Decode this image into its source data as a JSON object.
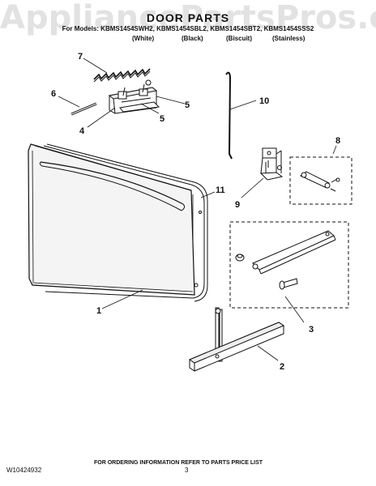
{
  "watermark": "AppliancePartsPros.com",
  "header": {
    "title": "DOOR PARTS",
    "models": "For Models: KBMS1454SWH2, KBMS1454SBL2, KBMS1454SBT2, KBMS1454SSS2",
    "variants": [
      "(White)",
      "(Black)",
      "(Biscuit)",
      "(Stainless)"
    ]
  },
  "callouts": [
    "1",
    "2",
    "3",
    "4",
    "5",
    "5",
    "6",
    "7",
    "8",
    "9",
    "10",
    "11"
  ],
  "footer": {
    "note": "FOR ORDERING INFORMATION REFER TO PARTS PRICE LIST",
    "doc_number": "W10424932",
    "page_number": "3"
  },
  "colors": {
    "line": "#111111",
    "panel_fill": "#f4f4f4",
    "watermark": "#e2e2e2"
  }
}
